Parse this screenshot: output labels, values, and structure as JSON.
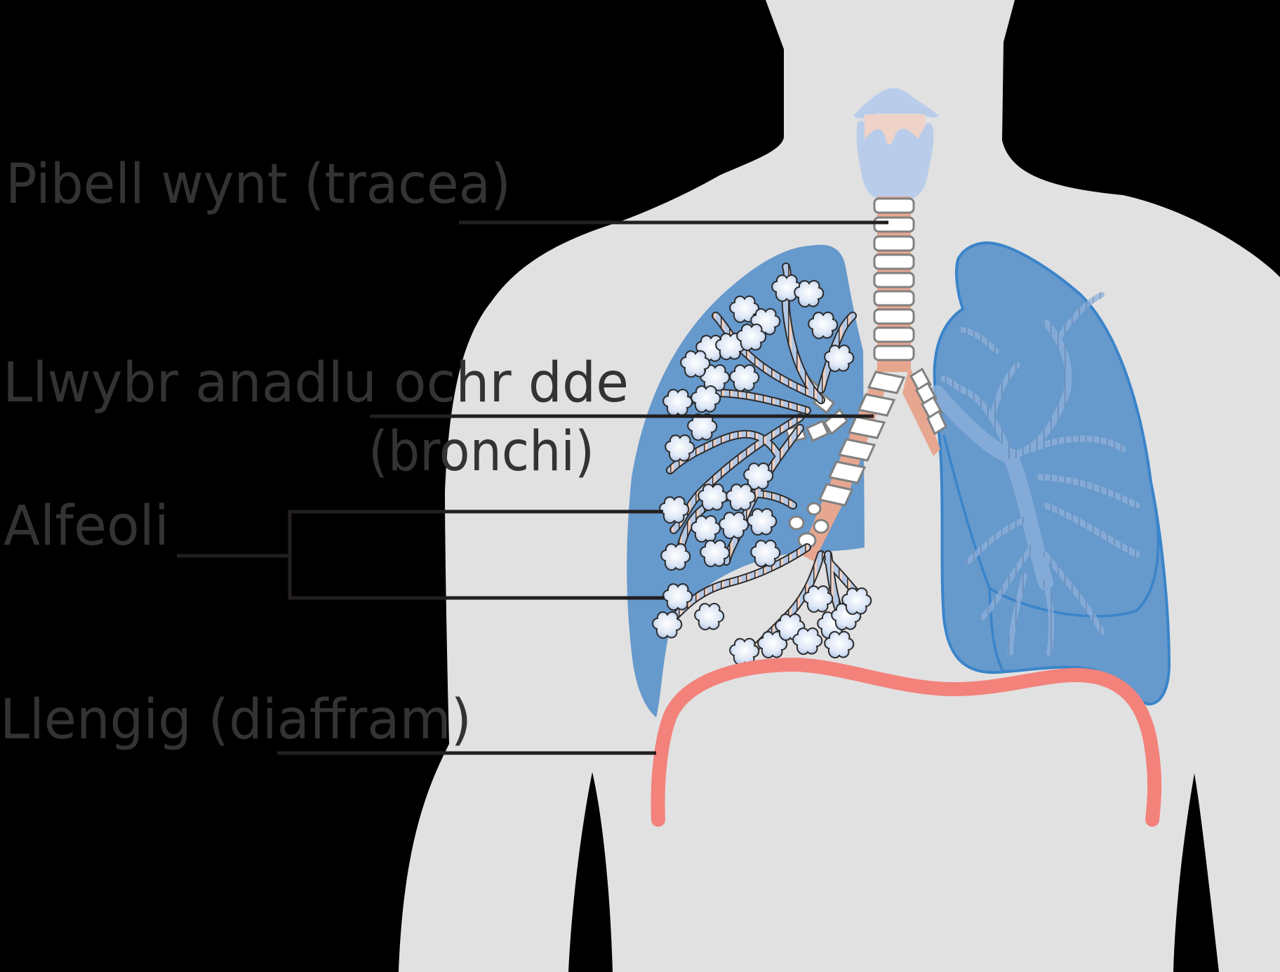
{
  "diagram": {
    "title": "Respiratory system (Welsh labels)",
    "colors": {
      "background": "#000000",
      "body": "#e1e1e1",
      "lung_fill": "#6699cc",
      "lung_outline": "#3a84c9",
      "larynx_blue": "#b9cdeb",
      "larynx_peach": "#efd2c8",
      "trachea_ring": "#ffffff",
      "trachea_ring_outline": "#808080",
      "trachea_gap": "#e7a68f",
      "diaphragm": "#f3827b",
      "alveoli_fill": "#dfe8f6",
      "bronchiole_blue": "#b4c8e6",
      "bronchiole_peach": "#f2d0c0",
      "label_text": "#333333",
      "leader_line": "#231f20"
    },
    "labels": [
      {
        "id": "trachea",
        "text": "Pibell wynt (tracea)"
      },
      {
        "id": "bronchi_line1",
        "text": "Llwybr anadlu ochr dde"
      },
      {
        "id": "bronchi_line2",
        "text": "(bronchi)"
      },
      {
        "id": "alveoli",
        "text": "Alfeoli"
      },
      {
        "id": "diaphragm",
        "text": "Llengig (diaffram)"
      }
    ],
    "structures": [
      "body-silhouette",
      "larynx",
      "trachea",
      "bronchi",
      "right-lung",
      "left-lung",
      "alveoli",
      "diaphragm"
    ]
  }
}
